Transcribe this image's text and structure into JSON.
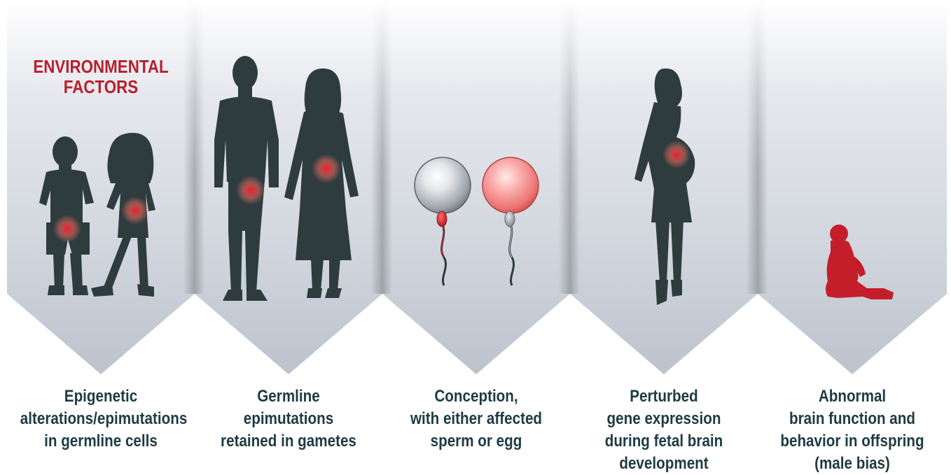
{
  "environment_label": {
    "line1": "ENVIRONMENTAL",
    "line2": "FACTORS"
  },
  "stages": [
    {
      "caption_lines": [
        "Epigenetic",
        "alterations/epimutations",
        "in germline cells"
      ]
    },
    {
      "caption_lines": [
        "Germline",
        "epimutations",
        "retained in gametes"
      ]
    },
    {
      "caption_lines": [
        "Conception,",
        "with either affected",
        "sperm or egg"
      ]
    },
    {
      "caption_lines": [
        "Perturbed",
        "gene expression",
        "during fetal brain",
        "development"
      ]
    },
    {
      "caption_lines": [
        "Abnormal",
        "brain function and",
        "behavior in offspring",
        "(male bias)"
      ]
    }
  ],
  "colors": {
    "silhouette": "#2e3c3e",
    "accent_red": "#c41e2a",
    "caption_text": "#1f3b43",
    "panel_light": "#e4e7ec",
    "panel_dark": "#c3c9d3"
  },
  "icons": [
    "child-boy-silhouette",
    "child-girl-silhouette",
    "adult-man-silhouette",
    "adult-woman-silhouette",
    "egg-cell",
    "sperm-cell",
    "pregnant-woman-silhouette",
    "infant-silhouette"
  ]
}
